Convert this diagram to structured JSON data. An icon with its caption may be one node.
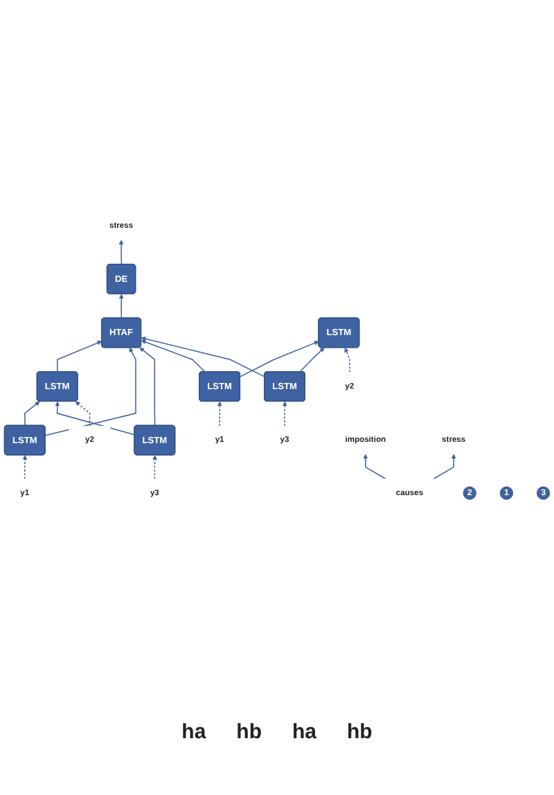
{
  "diagram": {
    "nodes": [
      {
        "text": [
          "stress"
        ]
      },
      {
        "text": [
          "DE"
        ]
      },
      {
        "text": [
          "HTAF"
        ]
      },
      {
        "text": [
          "LSTM"
        ]
      },
      {
        "text": [
          "LSTM"
        ]
      },
      {
        "text": [
          "LSTM"
        ]
      },
      {
        "text": [
          "y1"
        ]
      },
      {
        "text": [
          "y2"
        ]
      },
      {
        "text": [
          "y3"
        ]
      },
      {
        "text": [
          "LSTM"
        ]
      },
      {
        "text": [
          "LSTM"
        ]
      },
      {
        "text": [
          "LSTM"
        ]
      },
      {
        "text": [
          "y1"
        ]
      },
      {
        "text": [
          "y2"
        ]
      },
      {
        "text": [
          "y3"
        ]
      },
      {
        "text": [
          "causes"
        ]
      },
      {
        "text": [
          "imposition"
        ]
      },
      {
        "text": [
          "2"
        ]
      },
      {
        "text": [
          "stress"
        ]
      },
      {
        "text": [
          "1"
        ]
      },
      {
        "text": [
          "3"
        ]
      }
    ],
    "edges": [
      {
        "from": 1,
        "to": 0,
        "arrow": "to"
      },
      {
        "from": 2,
        "to": 1,
        "arrow": "to"
      },
      {
        "from": 3,
        "to": 2,
        "arrow": "to"
      },
      {
        "from": 4,
        "to": 2,
        "arrow": "to"
      },
      {
        "from": 5,
        "to": 2,
        "arrow": "to"
      },
      {
        "from": 4,
        "to": 3,
        "arrow": "to"
      },
      {
        "from": 5,
        "to": 3,
        "arrow": "to"
      },
      {
        "from": 6,
        "to": 4,
        "arrow": "to",
        "style": "dashed"
      },
      {
        "from": 7,
        "to": 3,
        "arrow": "to",
        "style": "dashed"
      },
      {
        "from": 8,
        "to": 5,
        "arrow": "to",
        "style": "dashed"
      },
      {
        "from": 10,
        "to": 2,
        "arrow": "to"
      },
      {
        "from": 11,
        "to": 2,
        "arrow": "to"
      },
      {
        "from": 10,
        "to": 9,
        "arrow": "to"
      },
      {
        "from": 11,
        "to": 9,
        "arrow": "to"
      },
      {
        "from": 12,
        "to": 10,
        "arrow": "to",
        "style": "dashed"
      },
      {
        "from": 13,
        "to": 9,
        "arrow": "to",
        "style": "dashed"
      },
      {
        "from": 14,
        "to": 11,
        "arrow": "to",
        "style": "dashed"
      },
      {
        "from": 15,
        "to": 16,
        "arrow": "to"
      },
      {
        "from": 15,
        "to": 18,
        "arrow": "to"
      }
    ],
    "labels": [
      "ha",
      "hb",
      "ha",
      "hb"
    ]
  }
}
